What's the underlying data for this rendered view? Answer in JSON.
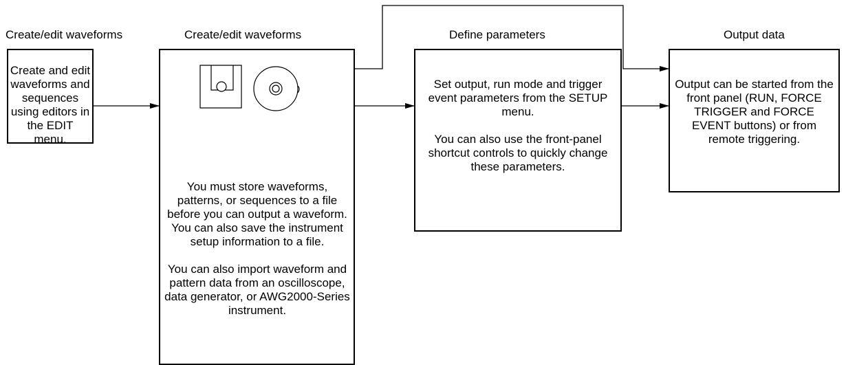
{
  "steps": [
    {
      "heading": "Create/edit waveforms",
      "body": [
        "Create and edit waveforms and sequences using editors in the EDIT menu."
      ]
    },
    {
      "heading": "Create/edit waveforms",
      "icons": [
        "floppy-disk-icon",
        "optical-disc-icon"
      ],
      "body": [
        "You must store waveforms, patterns, or sequences to a file before you can output a waveform. You can also save the instrument setup information to a file.",
        "You can also import waveform and pattern data from an oscilloscope, data generator, or AWG2000-Series instrument."
      ]
    },
    {
      "heading": "Define parameters",
      "body": [
        "Set output, run mode and trigger event parameters from the SETUP menu.",
        "You can also use the front-panel shortcut controls to quickly change these parameters."
      ]
    },
    {
      "heading": "Output data",
      "body": [
        "Output can be started from the front panel (RUN, FORCE TRIGGER and FORCE EVENT buttons) or from remote triggering."
      ]
    }
  ]
}
